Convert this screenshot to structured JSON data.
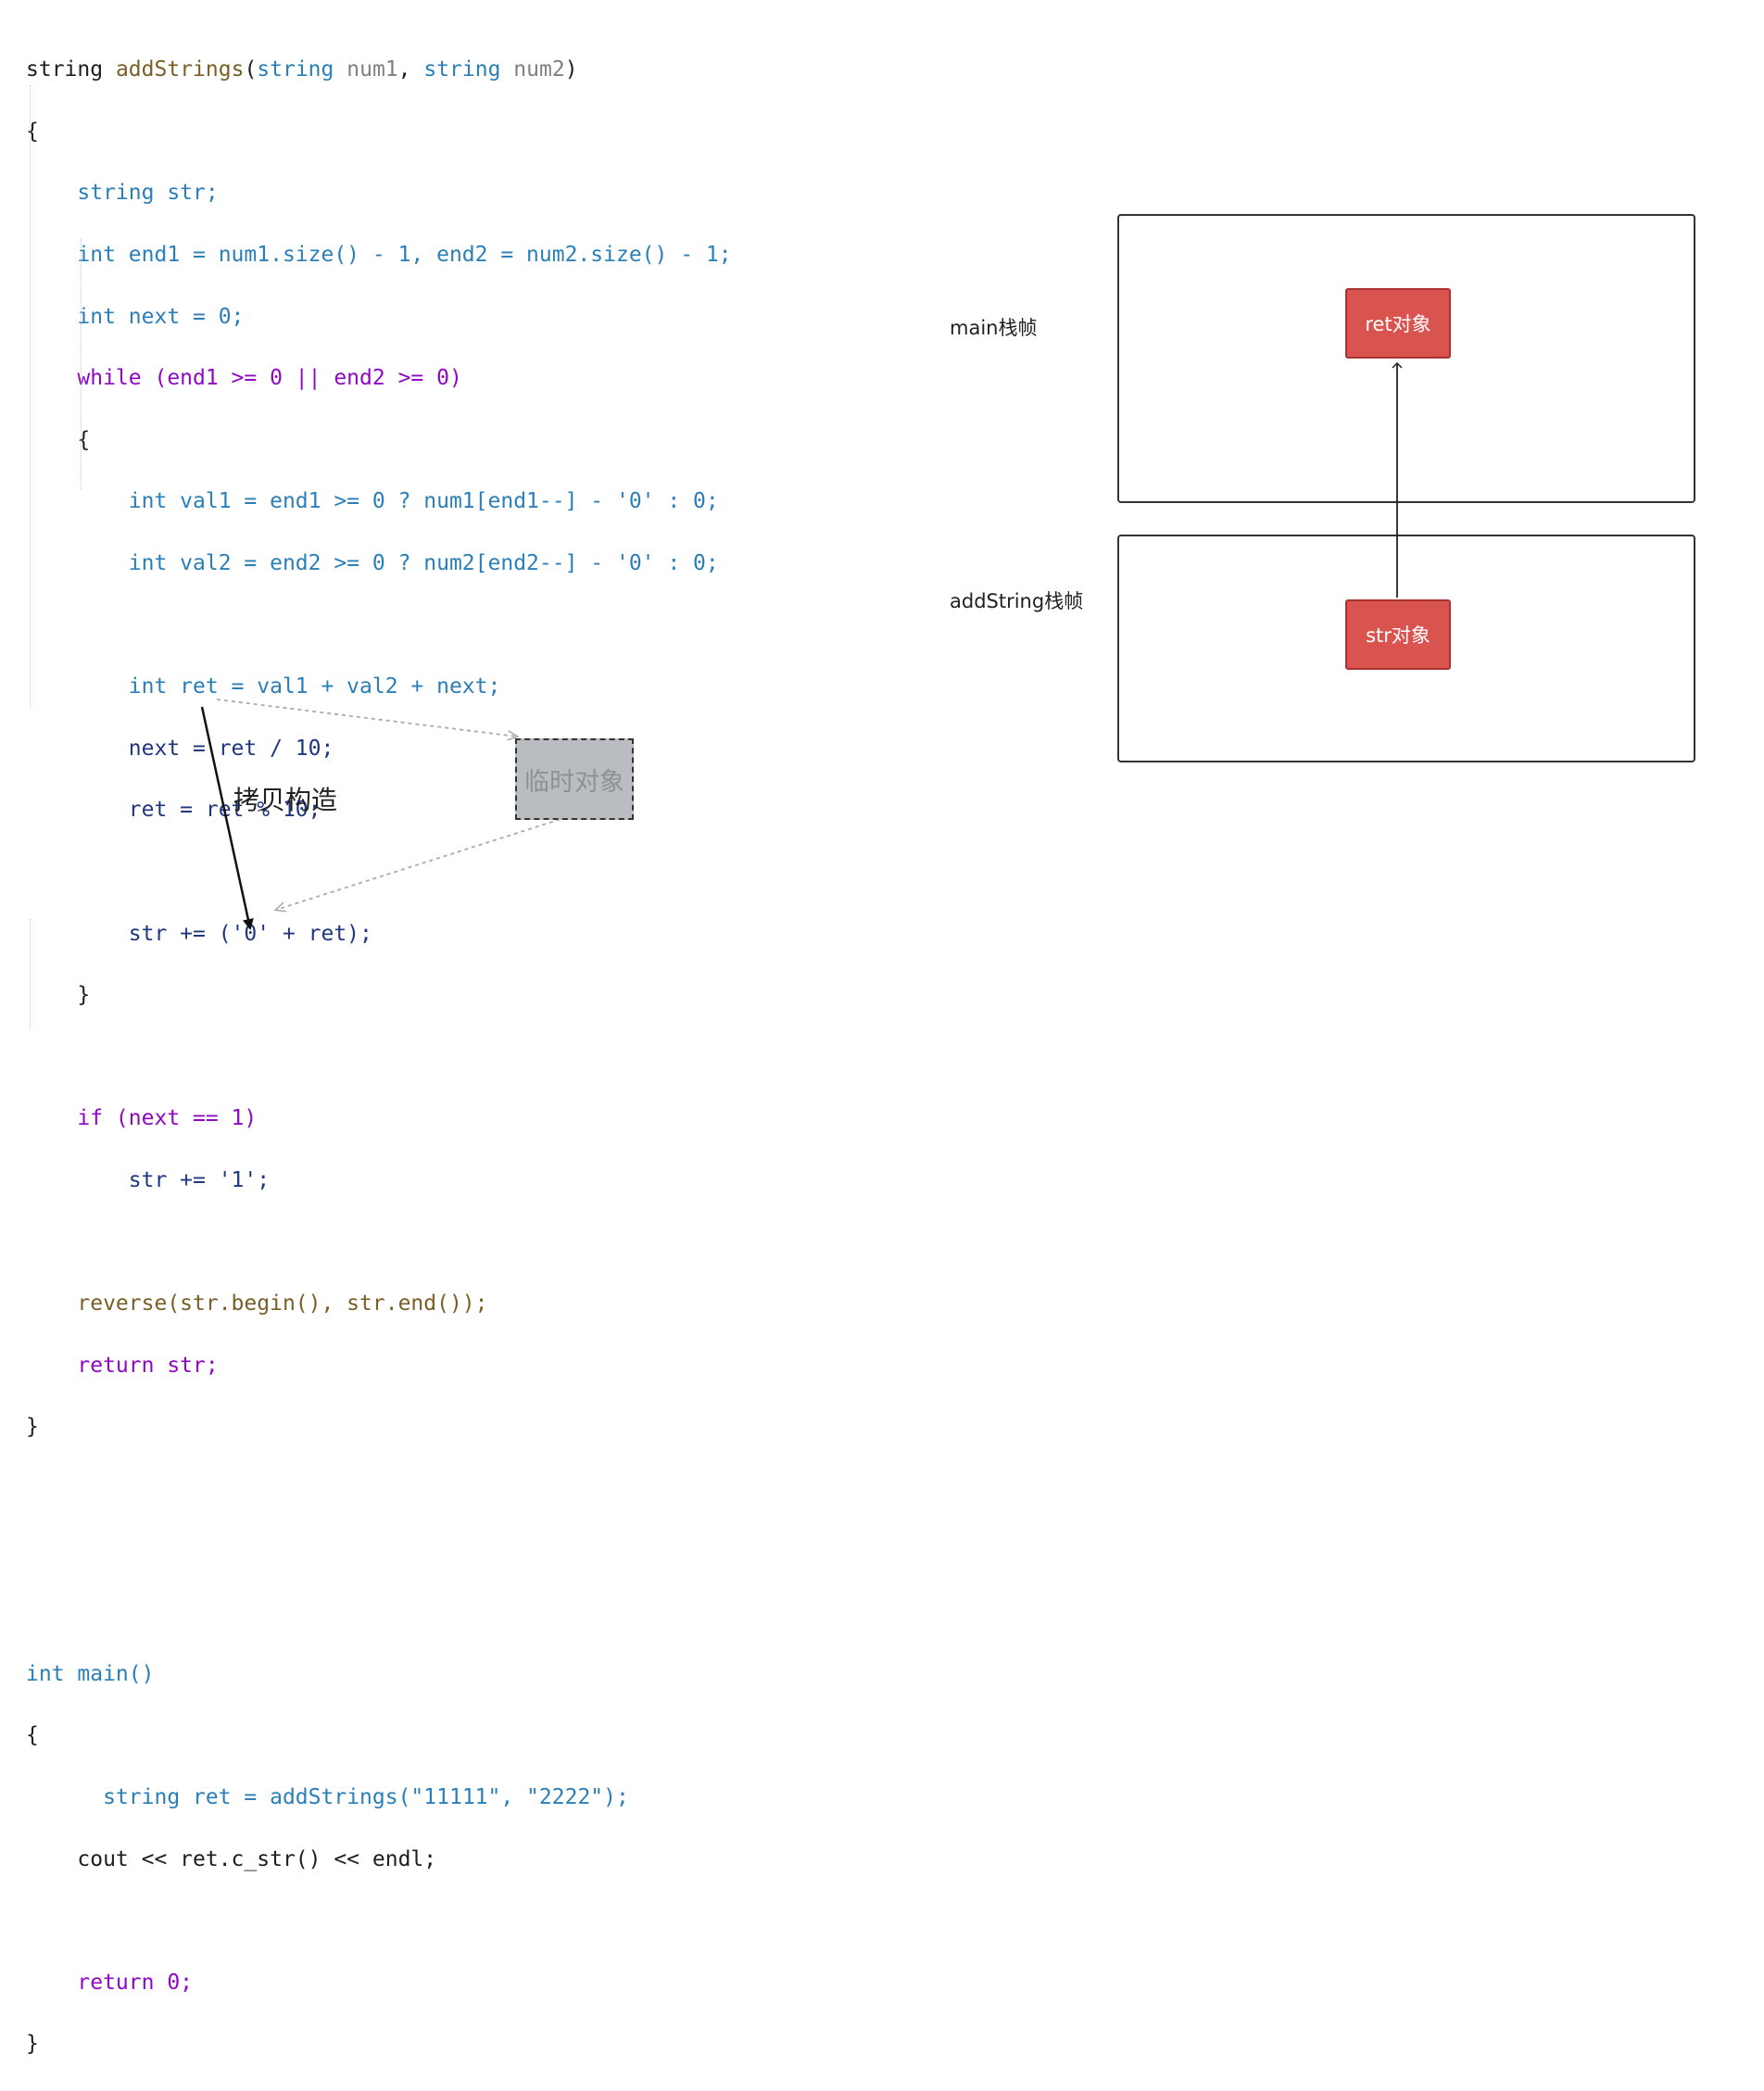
{
  "code": {
    "fn_sig": {
      "ret_type": "string",
      "name": "addStrings",
      "p1_type": "string",
      "p1": "num1",
      "p2_type": "string",
      "p2": "num2"
    },
    "lines": [
      "string str;",
      "int end1 = num1.size() - 1, end2 = num2.size() - 1;",
      "int next = 0;",
      "while (end1 >= 0 || end2 >= 0)",
      "int val1 = end1 >= 0 ? num1[end1--] - '0' : 0;",
      "int val2 = end2 >= 0 ? num2[end2--] - '0' : 0;",
      "int ret = val1 + val2 + next;",
      "next = ret / 10;",
      "ret = ret % 10;",
      "str += ('0' + ret);",
      "if (next == 1)",
      "str += '1';",
      "reverse(str.begin(), str.end());",
      "return str;",
      "int main()",
      "string ret = addStrings(\"11111\", \"2222\");",
      "cout << ret.c_str() << endl;",
      "return 0;"
    ],
    "brace_open": "{",
    "brace_close": "}"
  },
  "annotations": {
    "copy_construct_label": "拷贝构造",
    "temp_object_label": "临时对象"
  },
  "stack_diagram": {
    "main_frame_label": "main栈帧",
    "add_frame_label": "addString栈帧",
    "ret_object_label": "ret对象",
    "str_object_label": "str对象"
  },
  "colors": {
    "object_fill": "#d9534f",
    "temp_fill": "#b9bcc0"
  }
}
